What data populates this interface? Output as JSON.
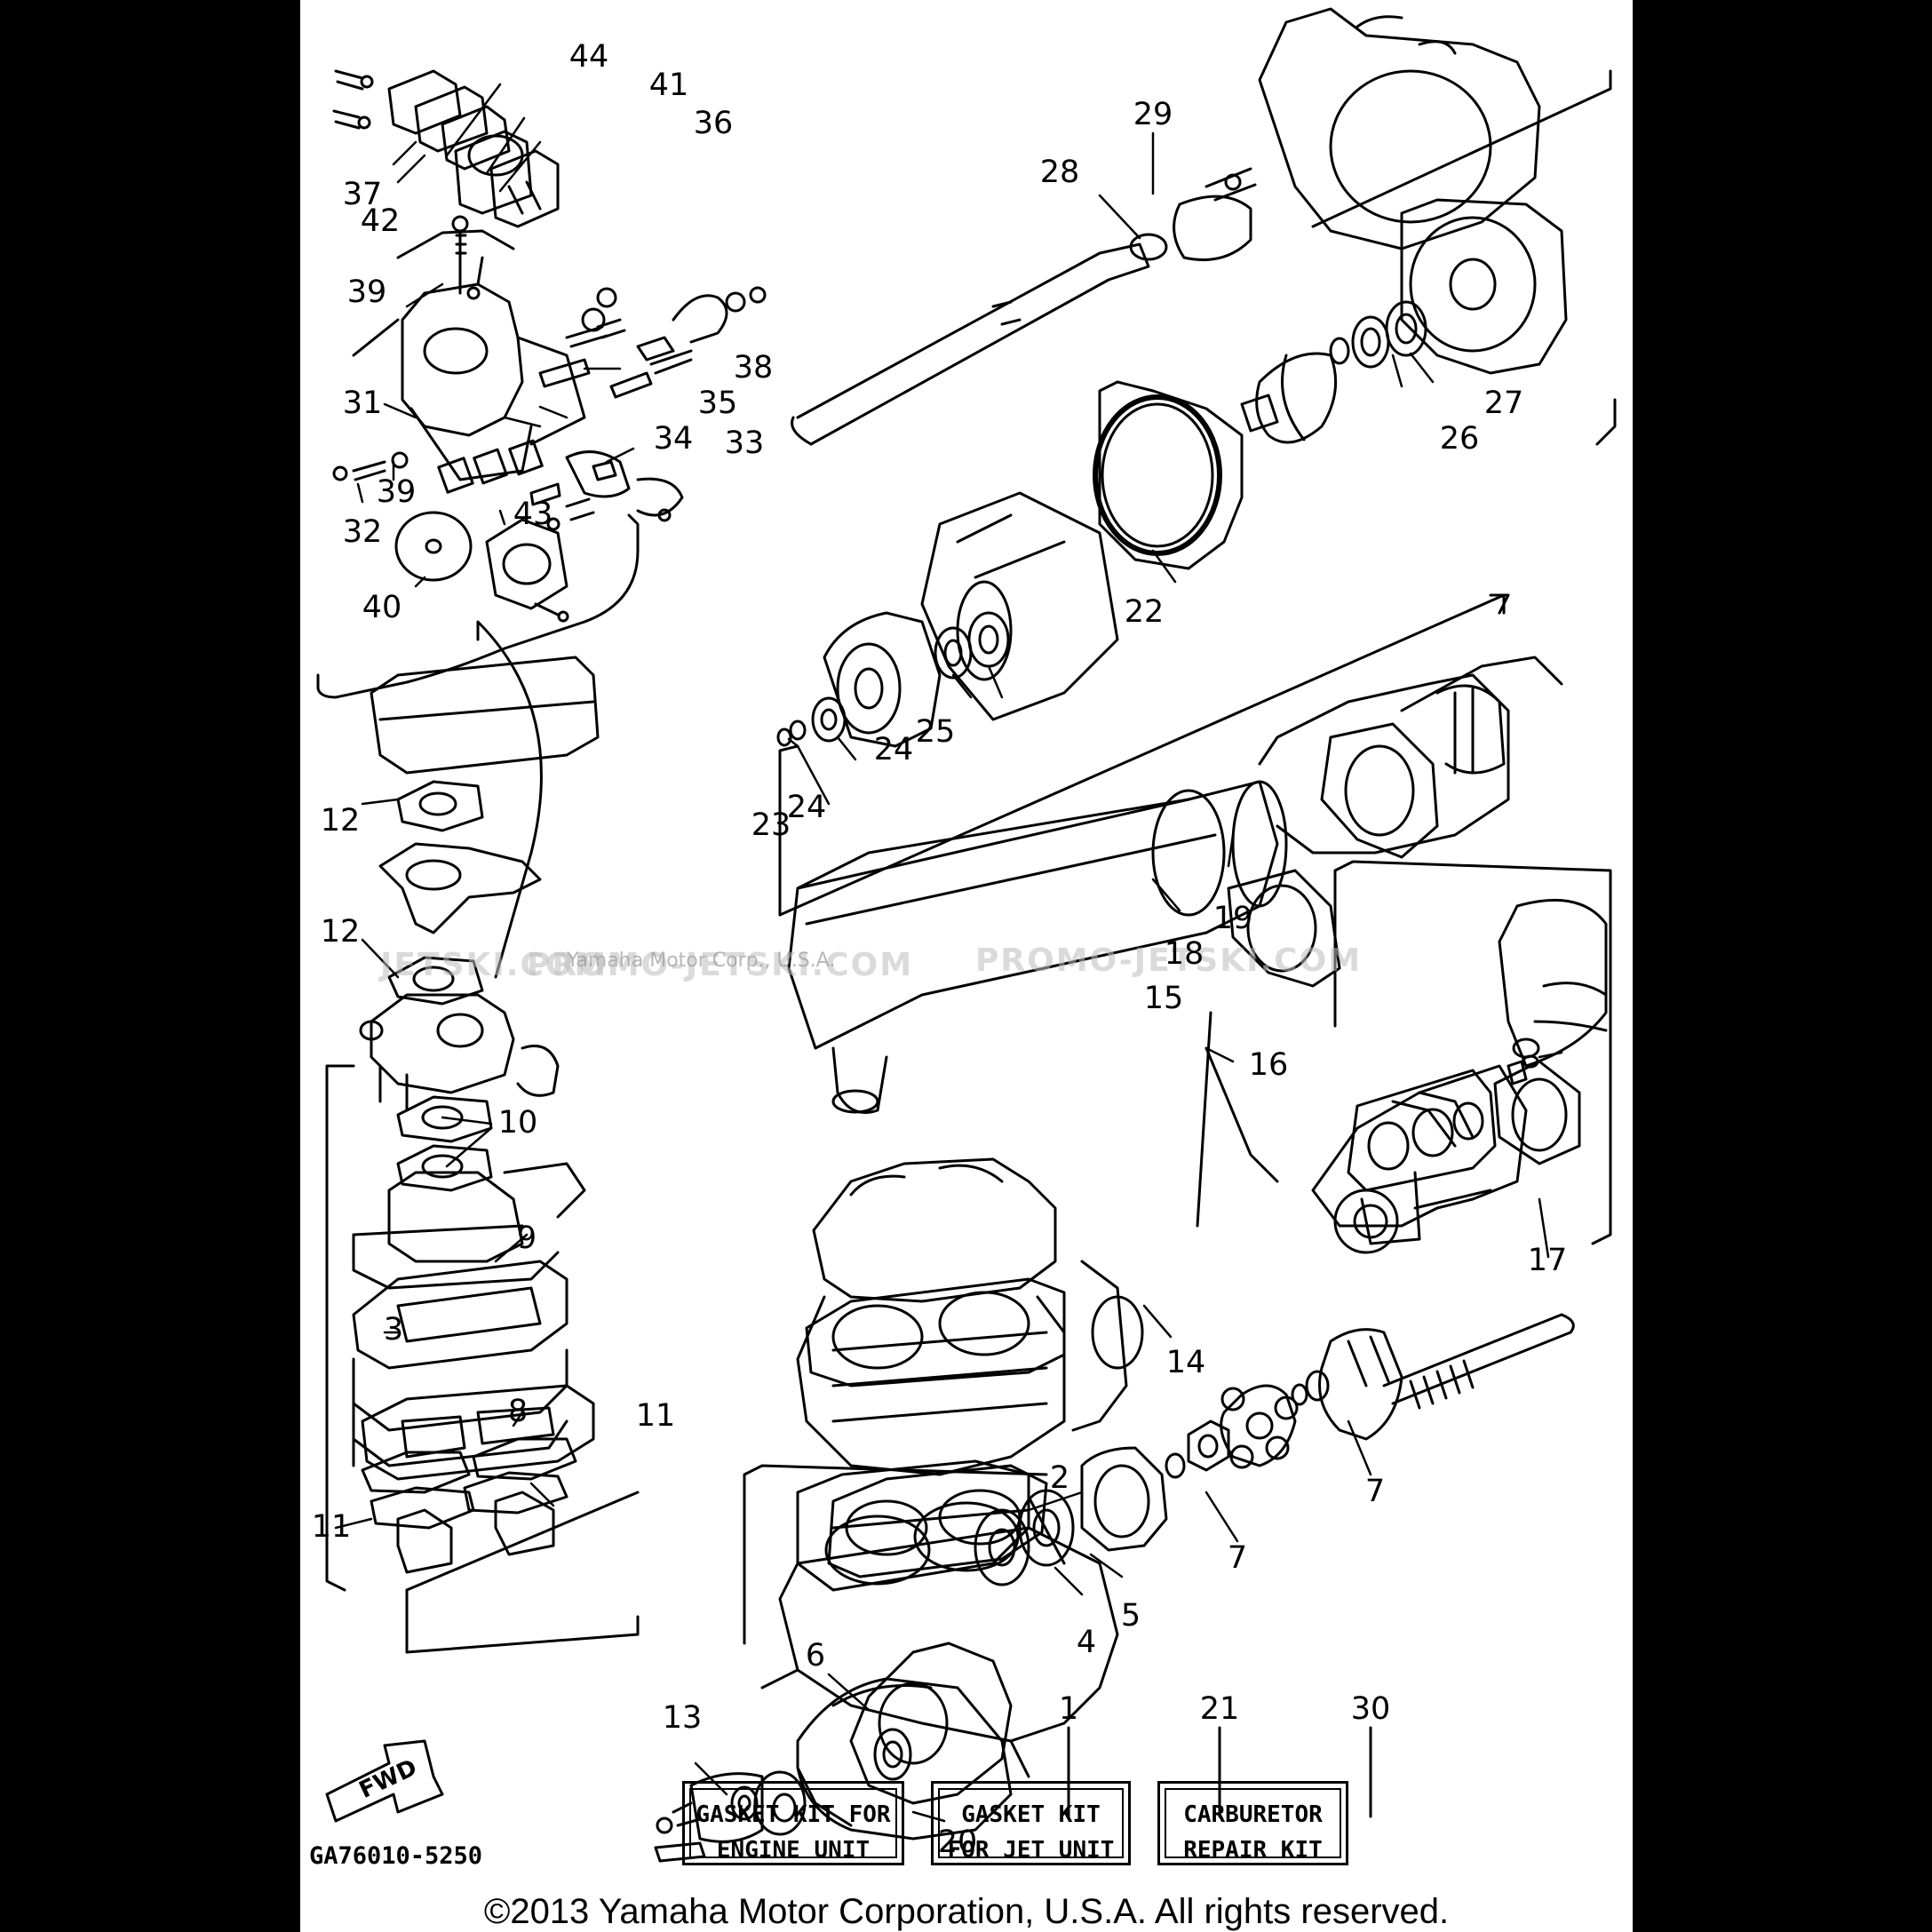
{
  "callouts": [
    "44",
    "41",
    "36",
    "37",
    "42",
    "39",
    "38",
    "31",
    "35",
    "34",
    "33",
    "39",
    "32",
    "43",
    "40",
    "29",
    "28",
    "27",
    "26",
    "22",
    "24",
    "25",
    "24",
    "23",
    "12",
    "12",
    "19",
    "18",
    "15",
    "16",
    "10",
    "17",
    "9",
    "3",
    "14",
    "8",
    "11",
    "11",
    "7",
    "2",
    "7",
    "5",
    "4",
    "6",
    "13",
    "20"
  ],
  "kits": [
    {
      "number": "1",
      "line1": "GASKET KIT FOR",
      "line2": "ENGINE UNIT"
    },
    {
      "number": "21",
      "line1": "GASKET KIT",
      "line2": "FOR JET UNIT"
    },
    {
      "number": "30",
      "line1": "CARBURETOR",
      "line2": "REPAIR KIT"
    }
  ],
  "forward_label": "FWD",
  "drawing_code": "GA76010-5250",
  "watermarks": {
    "left": "JETSKI.COM",
    "center": "PROMO-JETSKI.COM",
    "right": "PROMO-JETSKI.COM",
    "small": "Yamaha Motor Corp., U.S.A."
  },
  "copyright": "©2013 Yamaha Motor Corporation, U.S.A. All rights reserved."
}
